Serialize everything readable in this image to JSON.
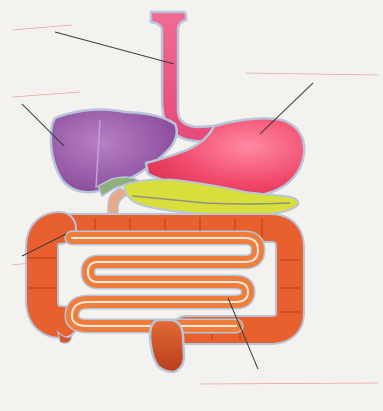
{
  "diagram": {
    "organs": [
      {
        "id": "esophagus",
        "color": "#e9557f"
      },
      {
        "id": "liver",
        "color": "#9a57a8"
      },
      {
        "id": "stomach",
        "color": "#f0476a"
      },
      {
        "id": "pancreas",
        "color": "#d9df3a"
      },
      {
        "id": "large-intestine",
        "color": "#e9602f"
      },
      {
        "id": "small-intestine",
        "color": "#ef7d3e"
      },
      {
        "id": "rectum",
        "color": "#d9542a"
      }
    ],
    "label_lines": 5,
    "label_texts": [],
    "answer_line_color": "#e6a7a0"
  }
}
